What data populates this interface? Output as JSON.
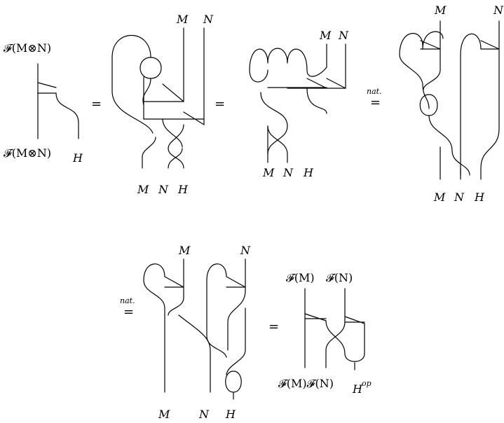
{
  "diagrams": [
    {
      "top_labels": [
        "𝓕(M⊗N)"
      ],
      "bottom_labels": [
        "𝓕(M⊗N)",
        "H"
      ]
    },
    {
      "top_labels": [
        "M",
        "N"
      ],
      "bottom_labels": [
        "M",
        "N",
        "H"
      ]
    },
    {
      "top_labels": [
        "M",
        "N"
      ],
      "bottom_labels": [
        "M",
        "N",
        "H"
      ]
    },
    {
      "top_labels": [
        "M",
        "N"
      ],
      "bottom_labels": [
        "M",
        "N",
        "H"
      ]
    },
    {
      "top_labels": [
        "M",
        "N"
      ],
      "bottom_labels": [
        "M",
        "N",
        "H"
      ]
    },
    {
      "top_labels": [
        "𝓕(M)",
        "𝓕(N)"
      ],
      "bottom_labels": [
        "𝓕(M)𝓕(N)",
        "H",
        "op"
      ]
    }
  ],
  "relations": [
    "=",
    "=",
    "nat.",
    "=",
    "nat.",
    "=",
    "="
  ]
}
